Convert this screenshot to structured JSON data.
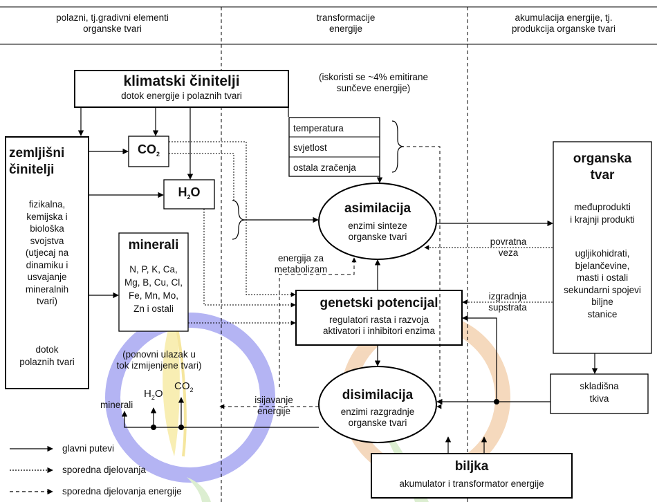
{
  "header": {
    "col1": "polazni, tj.gradivni elementi\norganske tvari",
    "col2": "transformacije\nenergije",
    "col3": "akumulacija energije, tj.\nprodukcija organske tvari"
  },
  "klimatski": {
    "title": "klimatski činitelji",
    "subtitle": "dotok energije i polaznih tvari"
  },
  "note": "(iskoristi se ~4% emitirane\nsunčeve energije)",
  "radiation": {
    "items": [
      "temperatura",
      "svjetlost",
      "ostala zračenja"
    ]
  },
  "zemljisni": {
    "title": "zemljišni\nčinitelji",
    "body": "fizikalna,\nkemijska i\nbiološka\nsvojstva\n(utjecaj na\ndinamiku i\nusvajanje\nmineralnih\ntvari)",
    "footer": "dotok\npolaznih tvari"
  },
  "co2": {
    "main": "CO",
    "sub": "2"
  },
  "h2o": {
    "pre": "H",
    "sub": "2",
    "post": "O"
  },
  "minerali": {
    "title": "minerali",
    "list": "N, P, K, Ca,\nMg, B, Cu, Cl,\nFe, Mn, Mo,\nZn i ostali"
  },
  "asimilacija": {
    "title": "asimilacija",
    "sub": "enzimi sinteze\norganske tvari"
  },
  "genetski": {
    "title": "genetski potencijal",
    "sub": "regulatori rasta i razvoja\naktivatori i inhibitori enzima"
  },
  "disimilacija": {
    "title": "disimilacija",
    "sub": "enzimi razgradnje\norganske tvari"
  },
  "organska": {
    "title": "organska\ntvar",
    "sub1": "međuprodukti\ni krajnji produkti",
    "sub2": "ugljikohidrati,\nbjelančevine,\nmasti i ostali\nsekundarni spojevi\nbiljne\nstanice"
  },
  "skladisna": "skladišna\ntkiva",
  "biljka": {
    "title": "biljka",
    "sub": "akumulator i transformator energije"
  },
  "labels": {
    "energija_za": "energija za\nmetabolizam",
    "povratna": "povratna\nveza",
    "izgradnja": "izgradnja\nsupstrata",
    "isijavanje": "isijavanje\nenergije",
    "ponovni": "(ponovni ulazak u\ntok izmijenjene tvari)",
    "out_minerali": "minerali",
    "out_h2o_pre": "H",
    "out_h2o_sub": "2",
    "out_h2o_post": "O",
    "out_co2_main": "CO",
    "out_co2_sub": "2"
  },
  "legend": {
    "main": "glavni putevi",
    "side": "sporedna djelovanja",
    "energy": "sporedna djelovanja energije"
  },
  "colors": {
    "watermark_blue": "#9c9cf0",
    "watermark_orange": "#f2cfae",
    "watermark_yellow": "#f6eaa0",
    "watermark_green": "#cfe8c4",
    "line": "#000000"
  }
}
